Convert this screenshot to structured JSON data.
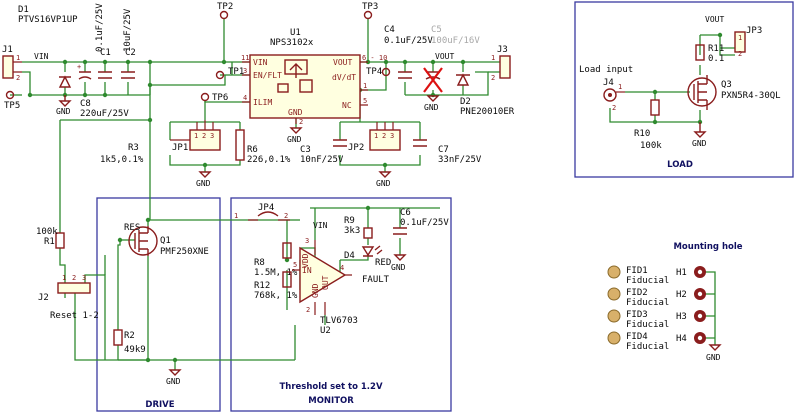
{
  "sheet": {
    "sections": {
      "drive": "DRIVE",
      "monitor": "MONITOR",
      "load": "LOAD",
      "mounting": "Mounting hole",
      "threshold": "Threshold set to 1.2V"
    },
    "nets": {
      "vin1": "VIN",
      "vin2": "VIN",
      "vout1": "VOUT",
      "vout2": "VOUT",
      "gnd": "GND"
    },
    "connectors": {
      "j1": {
        "ref": "J1",
        "p1": "1",
        "p2": "2"
      },
      "j2": {
        "ref": "J2",
        "value": "Reset 1-2",
        "p1": "1",
        "p2": "2",
        "p3": "3"
      },
      "j3": {
        "ref": "J3",
        "p1": "1",
        "p2": "2"
      },
      "j4": {
        "ref": "J4",
        "value": "Load input",
        "p1": "1",
        "p2": "2"
      },
      "jp1": {
        "ref": "JP1",
        "p1": "1",
        "p2": "2",
        "p3": "3"
      },
      "jp2": {
        "ref": "JP2",
        "p1": "1",
        "p2": "2",
        "p3": "3"
      },
      "jp3": {
        "ref": "JP3",
        "p1": "1",
        "p2": "2"
      },
      "jp4": {
        "ref": "JP4",
        "p1": "1",
        "p2": "2"
      }
    },
    "testpoints": {
      "tp1": "TP1",
      "tp2": "TP2",
      "tp3": "TP3",
      "tp4": "TP4",
      "tp5": "TP5",
      "tp6": "TP6"
    },
    "diodes": {
      "d1": {
        "ref": "D1",
        "value": "PTVS16VP1UP"
      },
      "d2": {
        "ref": "D2",
        "value": "PNE20010ER"
      },
      "d4": {
        "ref": "D4",
        "value": "RED",
        "label": "FAULT"
      }
    },
    "capacitors": {
      "c1": {
        "ref": "C1",
        "value": "0.1uF/25V"
      },
      "c2": {
        "ref": "C2",
        "value": "10uF/25V"
      },
      "c3": {
        "ref": "C3",
        "value": "10nF/25V"
      },
      "c4": {
        "ref": "C4",
        "value": "0.1uF/25V"
      },
      "c5": {
        "ref": "C5",
        "value": "100uF/16V"
      },
      "c6": {
        "ref": "C6",
        "value": "0.1uF/25V"
      },
      "c7": {
        "ref": "C7",
        "value": "33nF/25V"
      },
      "c8": {
        "ref": "C8",
        "value": "220uF/25V"
      }
    },
    "resistors": {
      "r1": {
        "ref": "R1",
        "value": "100k"
      },
      "r2": {
        "ref": "R2",
        "value": "49k9"
      },
      "r3": {
        "ref": "R3",
        "value": "1k5,0.1%"
      },
      "r6": {
        "ref": "R6",
        "value": "226,0.1%"
      },
      "r8": {
        "ref": "R8",
        "value": "1.5M, 1%"
      },
      "r9": {
        "ref": "R9",
        "value": "3k3"
      },
      "r10": {
        "ref": "R10",
        "value": "100k"
      },
      "r11": {
        "ref": "R11",
        "value": "0.1"
      },
      "r12": {
        "ref": "R12",
        "value": "768k, 1%"
      }
    },
    "u1": {
      "ref": "U1",
      "value": "NPS3102x",
      "pins": {
        "vin": "VIN",
        "enflt": "EN/FLT",
        "ilim": "ILIM",
        "vout": "VOUT",
        "dvdt": "dV/dT",
        "nc": "NC",
        "gnd": "GND"
      },
      "nums": {
        "vin": "11",
        "enflt": "3",
        "ilim": "4",
        "vout": "6 - 10",
        "dvdt": "1",
        "nc": "5",
        "gnd": "2"
      }
    },
    "u2": {
      "ref": "U2",
      "value": "TLV6703",
      "pins": {
        "vdd": "VDD",
        "in": "IN",
        "out": "OUT",
        "gnd": "GND"
      },
      "nums": {
        "vdd": "3",
        "in": "5",
        "out": "4",
        "gnd": "2"
      }
    },
    "q1": {
      "ref": "Q1",
      "value": "PMF250XNE",
      "label": "RES"
    },
    "q3": {
      "ref": "Q3",
      "value": "PXN5R4-30QL"
    },
    "fiducials": [
      {
        "ref": "FID1",
        "value": "Fiducial"
      },
      {
        "ref": "FID2",
        "value": "Fiducial"
      },
      {
        "ref": "FID3",
        "value": "Fiducial"
      },
      {
        "ref": "FID4",
        "value": "Fiducial"
      }
    ],
    "holes": [
      "H1",
      "H2",
      "H3",
      "H4"
    ],
    "gnd_label": "GND"
  }
}
